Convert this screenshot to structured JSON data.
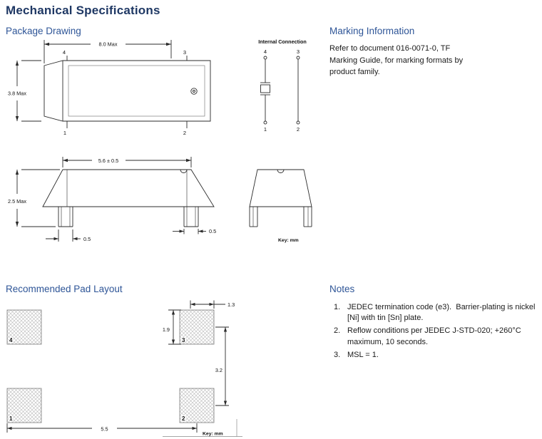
{
  "page": {
    "title": "Mechanical Specifications"
  },
  "package_drawing": {
    "heading": "Package Drawing",
    "top_view": {
      "width_dim": "8.0 Max",
      "height_dim": "3.8 Max",
      "pin_top_left": "4",
      "pin_top_right": "3",
      "pin_bottom_left": "1",
      "pin_bottom_right": "2"
    },
    "internal_connection": {
      "title": "Internal Connection",
      "pin_top_left": "4",
      "pin_top_right": "3",
      "pin_bottom_left": "1",
      "pin_bottom_right": "2"
    },
    "side_view": {
      "width_dim": "5.6 ± 0.5",
      "height_dim": "2.5 Max",
      "pad_dim_left": "0.5",
      "pad_dim_right": "0.5"
    },
    "key_label": "Key:  mm"
  },
  "marking_information": {
    "heading": "Marking Information",
    "body": "Refer to document 016-0071-0, TF Marking Guide, for marking formats by product family."
  },
  "pad_layout": {
    "heading": "Recommended Pad Layout",
    "pad_top_left": "4",
    "pad_top_right": "3",
    "pad_bottom_left": "1",
    "pad_bottom_right": "2",
    "dim_pad_width": "1.3",
    "dim_pad_height": "1.9",
    "dim_vertical_pitch": "3.2",
    "dim_horizontal_pitch": "5.5",
    "key_label": "Key:  mm"
  },
  "notes": {
    "heading": "Notes",
    "items": [
      {
        "num": "1.",
        "text": "JEDEC termination code (e3).  Barrier-plating is nickel [Ni] with tin [Sn] plate."
      },
      {
        "num": "2.",
        "text": "Reflow conditions per JEDEC J-STD-020; +260°C maximum, 10 seconds."
      },
      {
        "num": "3.",
        "text": "MSL = 1."
      }
    ]
  }
}
